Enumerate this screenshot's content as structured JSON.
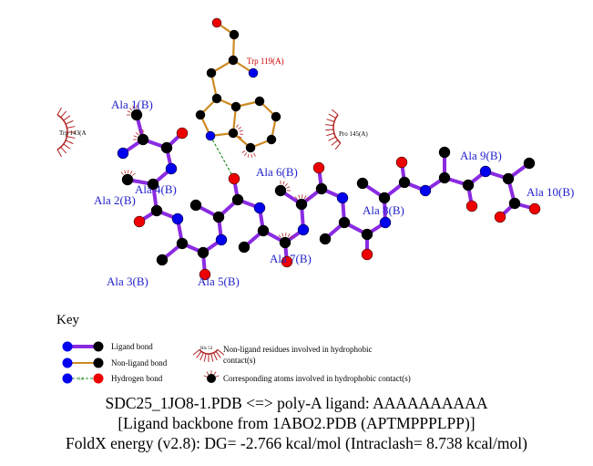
{
  "residues": {
    "ligand": [
      "Ala 1(B)",
      "Ala 2(B)",
      "Ala 3(B)",
      "Ala 4(B)",
      "Ala 5(B)",
      "Ala 6(B)",
      "Ala 7(B)",
      "Ala 8(B)",
      "Ala 9(B)",
      "Ala 10(B)"
    ],
    "trp119": "Trp 119(A)",
    "trp143": "Trp 143(A",
    "pro145": "Pro 145(A)"
  },
  "key": {
    "title": "Key",
    "ligand_bond": "Ligand bond",
    "nonligand_bond": "Non-ligand bond",
    "hbond": "Hydrogen bond",
    "hbond_dist": "3.0",
    "hydrophobic_res": "Non-ligand residues involved in hydrophobic contact(s)",
    "hydrophobic_res_example": "His 53",
    "hydrophobic_atoms": "Corresponding atoms involved in hydrophobic contact(s)"
  },
  "caption": {
    "line1": "SDC25_1JO8-1.PDB <=> poly-A ligand: AAAAAAAAAA",
    "line2": "[Ligand backbone from 1ABO2.PDB (APTMPPPLPP)]",
    "line3": "FoldX energy (v2.8): DG= -2.766 kcal/mol (Intraclash= 8.738 kcal/mol)"
  },
  "colors": {
    "ligand_bond": "#8a2be2",
    "nonligand_bond": "#cc8a22",
    "carbon": "#000000",
    "nitrogen": "#0000ee",
    "oxygen": "#ee0000",
    "hydrophobic": "#b22222",
    "hbond": "#228b22",
    "ligand_label": "#2222cc",
    "residue_label": "#cc0000"
  }
}
